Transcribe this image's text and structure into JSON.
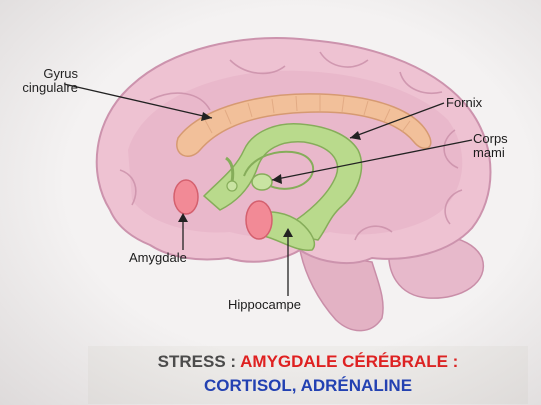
{
  "labels": {
    "gyrus_line1": "Gyrus",
    "gyrus_line2": "cingulaire",
    "fornix": "Fornix",
    "corps_line1": "Corps",
    "corps_line2": "mami",
    "amygdale": "Amygdale",
    "hippocampe": "Hippocampe"
  },
  "caption": {
    "prefix": "STRESS : ",
    "highlight": "AMYGDALE CÉRÉBRALE :",
    "line2": "CORTISOL, ADRÉNALINE"
  },
  "colors": {
    "brain_fill": "#eec2d2",
    "brain_shadow": "#d9a3ba",
    "cingulate": "#f2c09a",
    "limbic": "#b9da8c",
    "amygdala": "#f28a96",
    "caption_red": "#e02020",
    "caption_blue": "#1f3fb5"
  }
}
